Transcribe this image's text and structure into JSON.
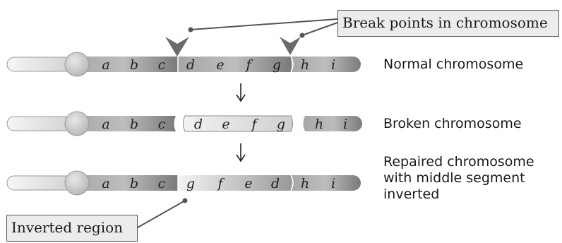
{
  "callouts": {
    "break_points": "Break points in chromosome",
    "inverted_region": "Inverted region"
  },
  "rows": [
    {
      "label": "Normal chromosome",
      "genes": [
        "a",
        "b",
        "c",
        "d",
        "e",
        "f",
        "g",
        "h",
        "i"
      ]
    },
    {
      "label": "Broken chromosome",
      "genes": [
        "a",
        "b",
        "c",
        "d",
        "e",
        "f",
        "g",
        "h",
        "i"
      ]
    },
    {
      "label": "Repaired chromosome",
      "label_line2": "with middle segment",
      "label_line3": "inverted",
      "genes": [
        "a",
        "b",
        "c",
        "g",
        "f",
        "e",
        "d",
        "h",
        "i"
      ]
    }
  ],
  "colors": {
    "left_arm": "#e4e4e4",
    "dark_arm": "#8c8c8c",
    "middle_segment": "#dcdcdc",
    "callout_fill": "#ececec",
    "marker": "#666666"
  }
}
